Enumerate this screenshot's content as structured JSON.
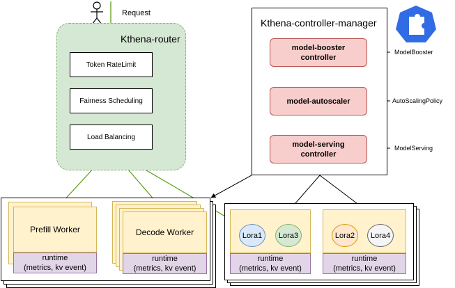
{
  "request": {
    "label": "Request"
  },
  "router": {
    "title": "Kthena-router",
    "steps": [
      "Token RateLimit",
      "Fairness Scheduling",
      "Load Balancing"
    ]
  },
  "controller_manager": {
    "title": "Kthena-controller-manager",
    "controllers": [
      {
        "name_line1": "model-booster",
        "name_line2": "controller",
        "crd": "ModelBooster"
      },
      {
        "name_line1": "model-autoscaler",
        "name_line2": "",
        "crd": "AutoScalingPolicy"
      },
      {
        "name_line1": "model-serving",
        "name_line2": "controller",
        "crd": "ModelServing"
      }
    ]
  },
  "pd_group": {
    "prefill": {
      "name": "Prefill Worker",
      "runtime_line1": "runtime",
      "runtime_line2": "(metrics, kv event)"
    },
    "decode": {
      "name": "Decode Worker",
      "runtime_line1": "runtime",
      "runtime_line2": "(metrics, kv event)"
    }
  },
  "lora_group": {
    "left": {
      "adapters": [
        "Lora1",
        "Lora3"
      ],
      "runtime_line1": "runtime",
      "runtime_line2": "(metrics, kv event)"
    },
    "right": {
      "adapters": [
        "Lora2",
        "Lora4"
      ],
      "runtime_line1": "runtime",
      "runtime_line2": "(metrics, kv event)"
    }
  },
  "colors": {
    "router_fill": "#d5e8d4",
    "router_border": "#82b366",
    "flow_arrow": "#4d9900",
    "controller_fill": "#f8cecc",
    "controller_border": "#b85450",
    "worker_fill": "#fff2cc",
    "worker_border": "#d6b656",
    "runtime_fill": "#e1d5e7",
    "runtime_border": "#9673a6",
    "lora1_fill": "#dae8fc",
    "lora1_border": "#6c8ebf",
    "lora3_fill": "#d5e8d4",
    "lora3_border": "#82b366",
    "lora2_fill": "#ffe6cc",
    "lora2_border": "#d79b00",
    "lora4_fill": "#f5f5f5",
    "lora4_border": "#666666",
    "kubernetes_logo": "#326ce5"
  },
  "icons": [
    "user-actor-icon",
    "kubernetes-crd-icon"
  ]
}
